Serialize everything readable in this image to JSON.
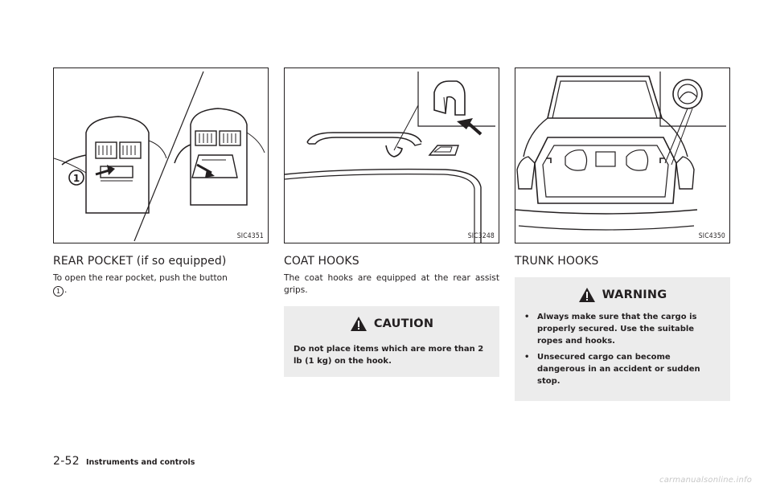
{
  "columns": [
    {
      "figure_id": "SIC4351",
      "heading": "REAR POCKET (if so equipped)",
      "body": "To open the rear pocket, push the button",
      "circled_ref": "1",
      "body_end": "."
    },
    {
      "figure_id": "SIC3248",
      "heading": "COAT HOOKS",
      "body": "The coat hooks are equipped at the rear assist grips.",
      "caution": {
        "title": "CAUTION",
        "text": "Do not place items which are more than 2 lb (1 kg) on the hook."
      }
    },
    {
      "figure_id": "SIC4350",
      "heading": "TRUNK HOOKS",
      "warning": {
        "title": "WARNING",
        "items": [
          "Always make sure that the cargo is properly secured. Use the suitable ropes and hooks.",
          "Unsecured cargo can become dangerous in an accident or sudden stop."
        ]
      }
    }
  ],
  "footer": {
    "page_number": "2-52",
    "section": "Instruments and controls"
  },
  "watermark": "carmanualsonline.info",
  "figure1_callout": "1"
}
